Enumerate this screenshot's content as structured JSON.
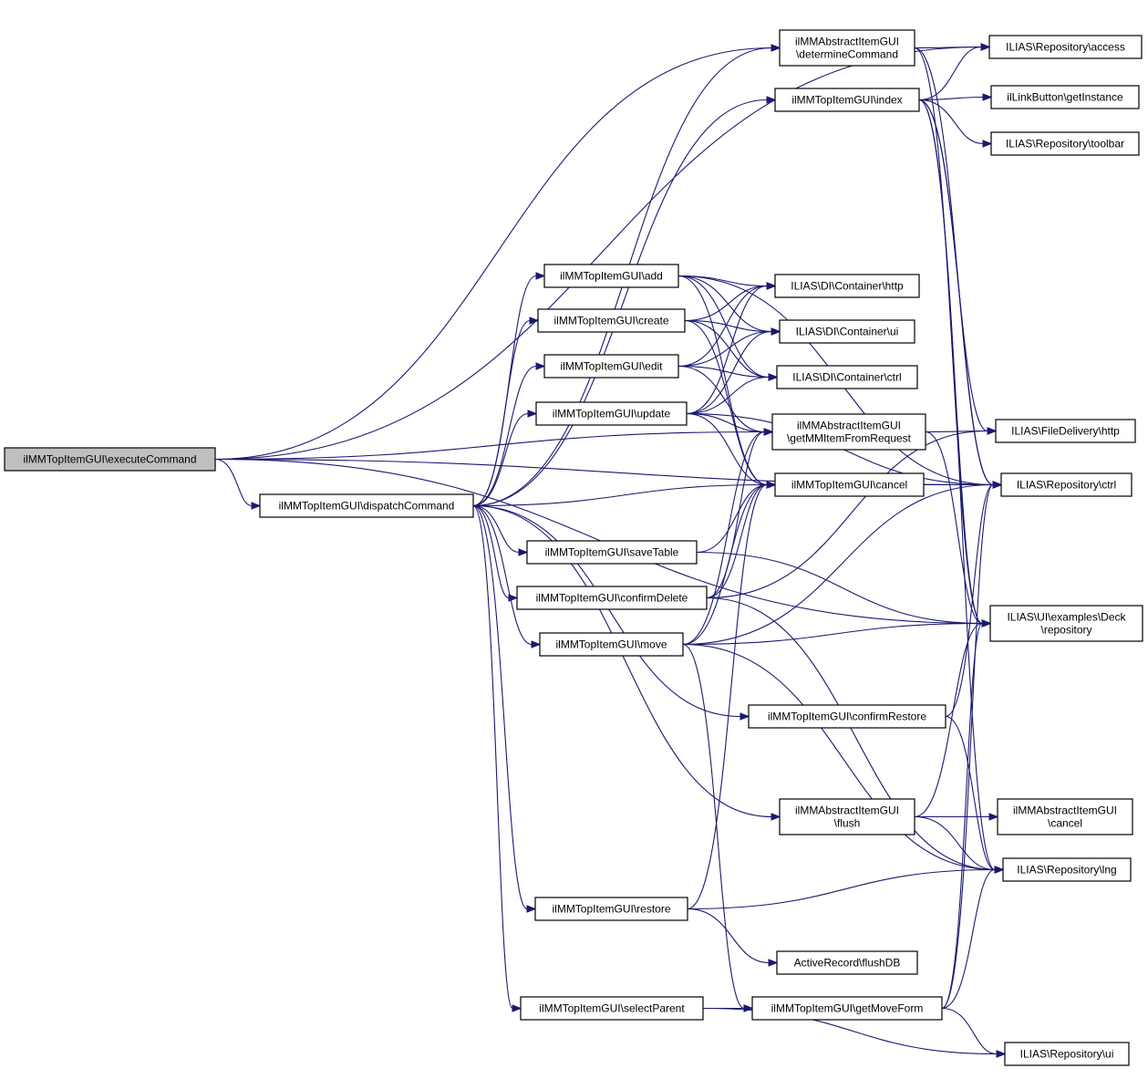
{
  "nodes": [
    {
      "id": "executeCommand",
      "lines": [
        "ilMMTopItemGUI\\executeCommand"
      ],
      "root": true
    },
    {
      "id": "dispatchCommand",
      "lines": [
        "ilMMTopItemGUI\\dispatchCommand"
      ]
    },
    {
      "id": "determineCommand",
      "lines": [
        "ilMMAbstractItemGUI",
        "\\determineCommand"
      ]
    },
    {
      "id": "index",
      "lines": [
        "ilMMTopItemGUI\\index"
      ]
    },
    {
      "id": "add",
      "lines": [
        "ilMMTopItemGUI\\add"
      ]
    },
    {
      "id": "create",
      "lines": [
        "ilMMTopItemGUI\\create"
      ]
    },
    {
      "id": "edit",
      "lines": [
        "ilMMTopItemGUI\\edit"
      ]
    },
    {
      "id": "update",
      "lines": [
        "ilMMTopItemGUI\\update"
      ]
    },
    {
      "id": "saveTable",
      "lines": [
        "ilMMTopItemGUI\\saveTable"
      ]
    },
    {
      "id": "confirmDelete",
      "lines": [
        "ilMMTopItemGUI\\confirmDelete"
      ]
    },
    {
      "id": "move",
      "lines": [
        "ilMMTopItemGUI\\move"
      ]
    },
    {
      "id": "restore",
      "lines": [
        "ilMMTopItemGUI\\restore"
      ]
    },
    {
      "id": "selectParent",
      "lines": [
        "ilMMTopItemGUI\\selectParent"
      ]
    },
    {
      "id": "diHttp",
      "lines": [
        "ILIAS\\DI\\Container\\http"
      ]
    },
    {
      "id": "diUi",
      "lines": [
        "ILIAS\\DI\\Container\\ui"
      ]
    },
    {
      "id": "diCtrl",
      "lines": [
        "ILIAS\\DI\\Container\\ctrl"
      ]
    },
    {
      "id": "getMMItem",
      "lines": [
        "ilMMAbstractItemGUI",
        "\\getMMItemFromRequest"
      ]
    },
    {
      "id": "cancel",
      "lines": [
        "ilMMTopItemGUI\\cancel"
      ]
    },
    {
      "id": "confirmRestore",
      "lines": [
        "ilMMTopItemGUI\\confirmRestore"
      ]
    },
    {
      "id": "flush",
      "lines": [
        "ilMMAbstractItemGUI",
        "\\flush"
      ]
    },
    {
      "id": "flushDB",
      "lines": [
        "ActiveRecord\\flushDB"
      ]
    },
    {
      "id": "getMoveForm",
      "lines": [
        "ilMMTopItemGUI\\getMoveForm"
      ]
    },
    {
      "id": "repoAccess",
      "lines": [
        "ILIAS\\Repository\\access"
      ]
    },
    {
      "id": "linkButton",
      "lines": [
        "ilLinkButton\\getInstance"
      ]
    },
    {
      "id": "repoToolbar",
      "lines": [
        "ILIAS\\Repository\\toolbar"
      ]
    },
    {
      "id": "fdHttp",
      "lines": [
        "ILIAS\\FileDelivery\\http"
      ]
    },
    {
      "id": "repoCtrl",
      "lines": [
        "ILIAS\\Repository\\ctrl"
      ]
    },
    {
      "id": "deckRepo",
      "lines": [
        "ILIAS\\UI\\examples\\Deck",
        "\\repository"
      ]
    },
    {
      "id": "absCancel",
      "lines": [
        "ilMMAbstractItemGUI",
        "\\cancel"
      ]
    },
    {
      "id": "repoLng",
      "lines": [
        "ILIAS\\Repository\\lng"
      ]
    },
    {
      "id": "repoUi",
      "lines": [
        "ILIAS\\Repository\\ui"
      ]
    }
  ],
  "edges": [
    [
      "executeCommand",
      "dispatchCommand"
    ],
    [
      "executeCommand",
      "determineCommand"
    ],
    [
      "executeCommand",
      "getMMItem"
    ],
    [
      "executeCommand",
      "repoAccess"
    ],
    [
      "executeCommand",
      "repoCtrl"
    ],
    [
      "executeCommand",
      "deckRepo"
    ],
    [
      "dispatchCommand",
      "determineCommand"
    ],
    [
      "dispatchCommand",
      "index"
    ],
    [
      "dispatchCommand",
      "add"
    ],
    [
      "dispatchCommand",
      "create"
    ],
    [
      "dispatchCommand",
      "edit"
    ],
    [
      "dispatchCommand",
      "update"
    ],
    [
      "dispatchCommand",
      "cancel"
    ],
    [
      "dispatchCommand",
      "saveTable"
    ],
    [
      "dispatchCommand",
      "confirmDelete"
    ],
    [
      "dispatchCommand",
      "move"
    ],
    [
      "dispatchCommand",
      "confirmRestore"
    ],
    [
      "dispatchCommand",
      "flush"
    ],
    [
      "dispatchCommand",
      "restore"
    ],
    [
      "dispatchCommand",
      "selectParent"
    ],
    [
      "determineCommand",
      "repoAccess"
    ],
    [
      "determineCommand",
      "repoCtrl"
    ],
    [
      "determineCommand",
      "deckRepo"
    ],
    [
      "index",
      "repoAccess"
    ],
    [
      "index",
      "linkButton"
    ],
    [
      "index",
      "repoToolbar"
    ],
    [
      "index",
      "fdHttp"
    ],
    [
      "index",
      "repoCtrl"
    ],
    [
      "index",
      "deckRepo"
    ],
    [
      "index",
      "repoLng"
    ],
    [
      "add",
      "diHttp"
    ],
    [
      "add",
      "diUi"
    ],
    [
      "add",
      "diCtrl"
    ],
    [
      "add",
      "cancel"
    ],
    [
      "add",
      "repoCtrl"
    ],
    [
      "create",
      "diHttp"
    ],
    [
      "create",
      "diUi"
    ],
    [
      "create",
      "diCtrl"
    ],
    [
      "create",
      "cancel"
    ],
    [
      "edit",
      "diHttp"
    ],
    [
      "edit",
      "diUi"
    ],
    [
      "edit",
      "diCtrl"
    ],
    [
      "edit",
      "getMMItem"
    ],
    [
      "update",
      "diHttp"
    ],
    [
      "update",
      "diUi"
    ],
    [
      "update",
      "diCtrl"
    ],
    [
      "update",
      "getMMItem"
    ],
    [
      "update",
      "cancel"
    ],
    [
      "update",
      "repoCtrl"
    ],
    [
      "getMMItem",
      "fdHttp"
    ],
    [
      "getMMItem",
      "deckRepo"
    ],
    [
      "cancel",
      "repoCtrl"
    ],
    [
      "saveTable",
      "cancel"
    ],
    [
      "saveTable",
      "deckRepo"
    ],
    [
      "confirmDelete",
      "getMMItem"
    ],
    [
      "confirmDelete",
      "cancel"
    ],
    [
      "confirmDelete",
      "fdHttp"
    ],
    [
      "confirmDelete",
      "repoLng"
    ],
    [
      "move",
      "getMMItem"
    ],
    [
      "move",
      "cancel"
    ],
    [
      "move",
      "deckRepo"
    ],
    [
      "move",
      "repoCtrl"
    ],
    [
      "move",
      "getMoveForm"
    ],
    [
      "move",
      "repoLng"
    ],
    [
      "confirmRestore",
      "repoCtrl"
    ],
    [
      "confirmRestore",
      "repoLng"
    ],
    [
      "flush",
      "absCancel"
    ],
    [
      "flush",
      "deckRepo"
    ],
    [
      "flush",
      "repoLng"
    ],
    [
      "restore",
      "flushDB"
    ],
    [
      "restore",
      "cancel"
    ],
    [
      "restore",
      "repoLng"
    ],
    [
      "selectParent",
      "getMoveForm"
    ],
    [
      "selectParent",
      "repoUi"
    ],
    [
      "getMoveForm",
      "repoUi"
    ],
    [
      "getMoveForm",
      "repoLng"
    ],
    [
      "getMoveForm",
      "repoCtrl"
    ],
    [
      "getMoveForm",
      "deckRepo"
    ]
  ]
}
